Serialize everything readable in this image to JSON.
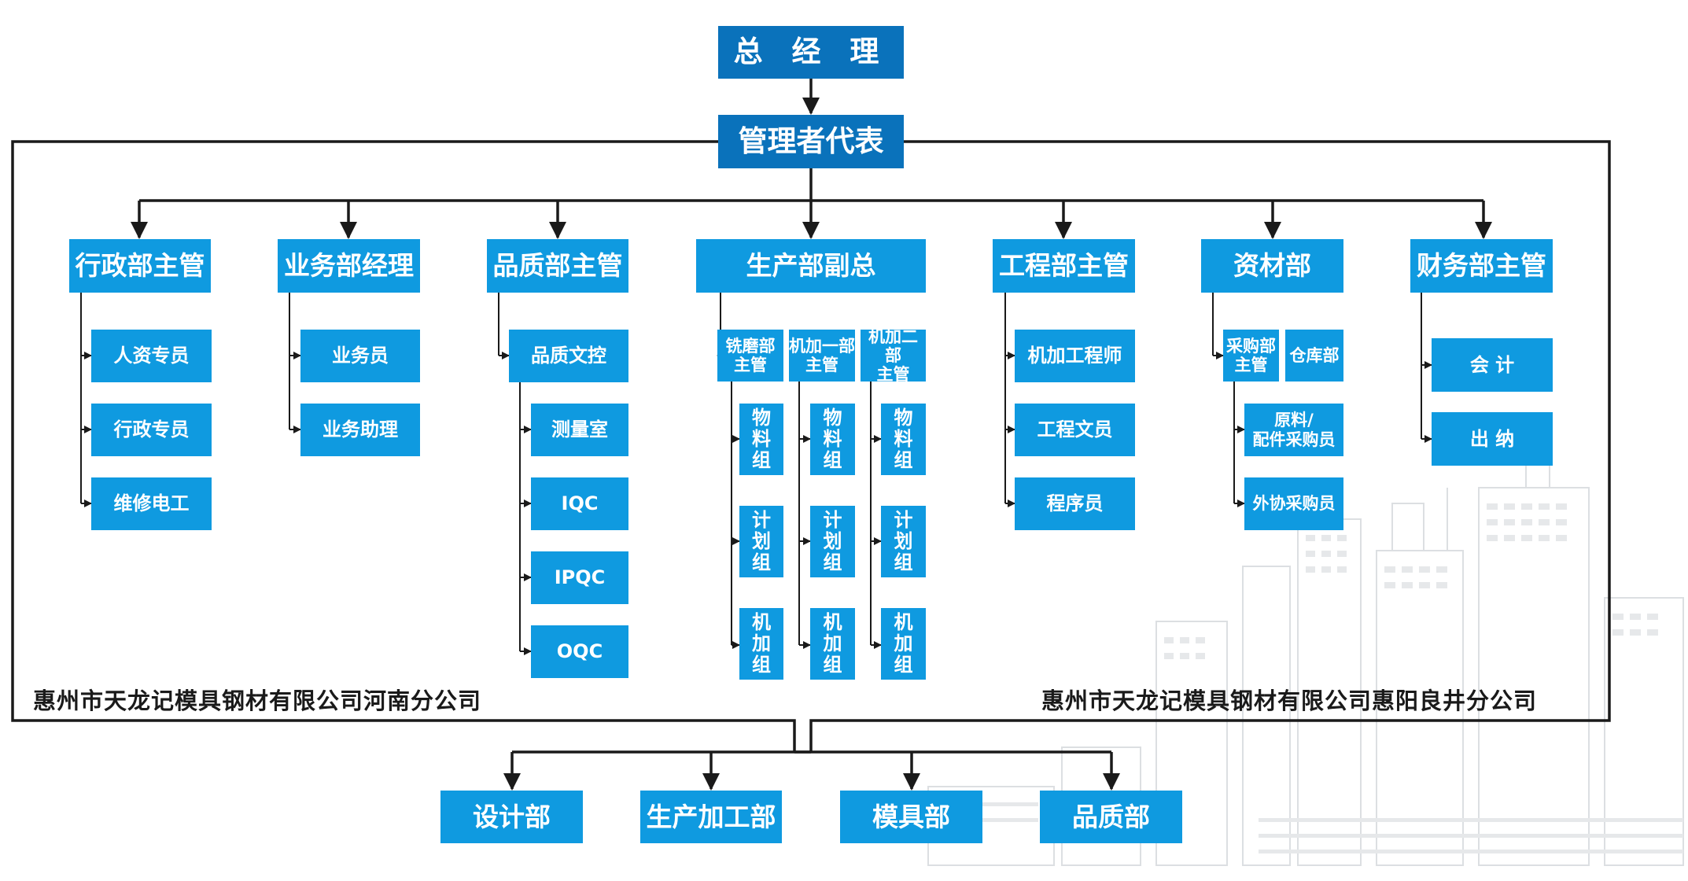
{
  "top": {
    "gm": "总 经 理",
    "rep": "管理者代表"
  },
  "depts": {
    "admin": {
      "head": "行政部主管",
      "items": [
        "人资专员",
        "行政专员",
        "维修电工"
      ]
    },
    "sales": {
      "head": "业务部经理",
      "items": [
        "业务员",
        "业务助理"
      ]
    },
    "quality": {
      "head": "品质部主管",
      "items": [
        "品质文控",
        "测量室",
        "IQC",
        "IPQC",
        "OQC"
      ]
    },
    "production": {
      "head": "生产部副总",
      "subs": [
        {
          "line1": "铣磨部",
          "line2": "主管"
        },
        {
          "line1": "机加一部",
          "line2": "主管"
        },
        {
          "line1": "机加二部",
          "line2": "主管"
        }
      ],
      "groups": [
        "物料组",
        "计划组",
        "机加组"
      ]
    },
    "engineering": {
      "head": "工程部主管",
      "items": [
        "机加工程师",
        "工程文员",
        "程序员"
      ]
    },
    "materials": {
      "head": "资材部",
      "purchase": {
        "line1": "采购部",
        "line2": "主管"
      },
      "warehouse": "仓库部",
      "raw": {
        "line1": "原料/",
        "line2": "配件采购员"
      },
      "outsource": "外协采购员"
    },
    "finance": {
      "head": "财务部主管",
      "items": [
        "会 计",
        "出 纳"
      ]
    }
  },
  "companies": {
    "henan": "惠州市天龙记模具钢材有限公司河南分公司",
    "huiyang": "惠州市天龙记模具钢材有限公司惠阳良井分公司"
  },
  "branch_depts": [
    "设计部",
    "生产加工部",
    "模具部",
    "品质部"
  ],
  "colors": {
    "dark_blue": "#0a72bb",
    "light_blue": "#0f9ae0",
    "line": "#1a1a1a",
    "watermark": "#d6d9dc"
  }
}
